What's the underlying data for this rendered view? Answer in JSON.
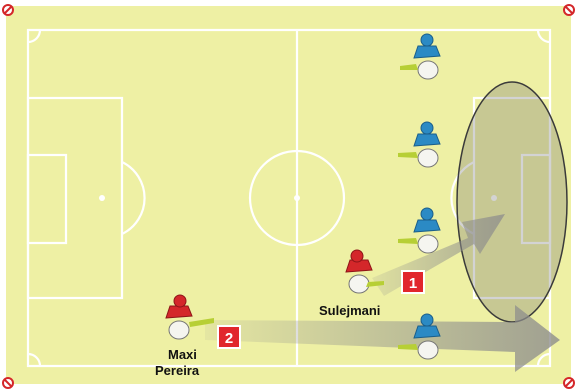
{
  "diagram": {
    "colors": {
      "pitch": "#eef0a4",
      "line": "#ffffff",
      "border": "#ffffff",
      "red_team": "#d4272a",
      "blue_team": "#2b8ac4",
      "marker_bg": "#e1262c",
      "arrow": "#8c8c8c",
      "zone": "#6e6e6e"
    },
    "labels": {
      "player_sulejmani": "Sulejmani",
      "player_pereira_line1": "Maxi",
      "player_pereira_line2": "Pereira"
    },
    "markers": {
      "first": "1",
      "second": "2"
    }
  }
}
